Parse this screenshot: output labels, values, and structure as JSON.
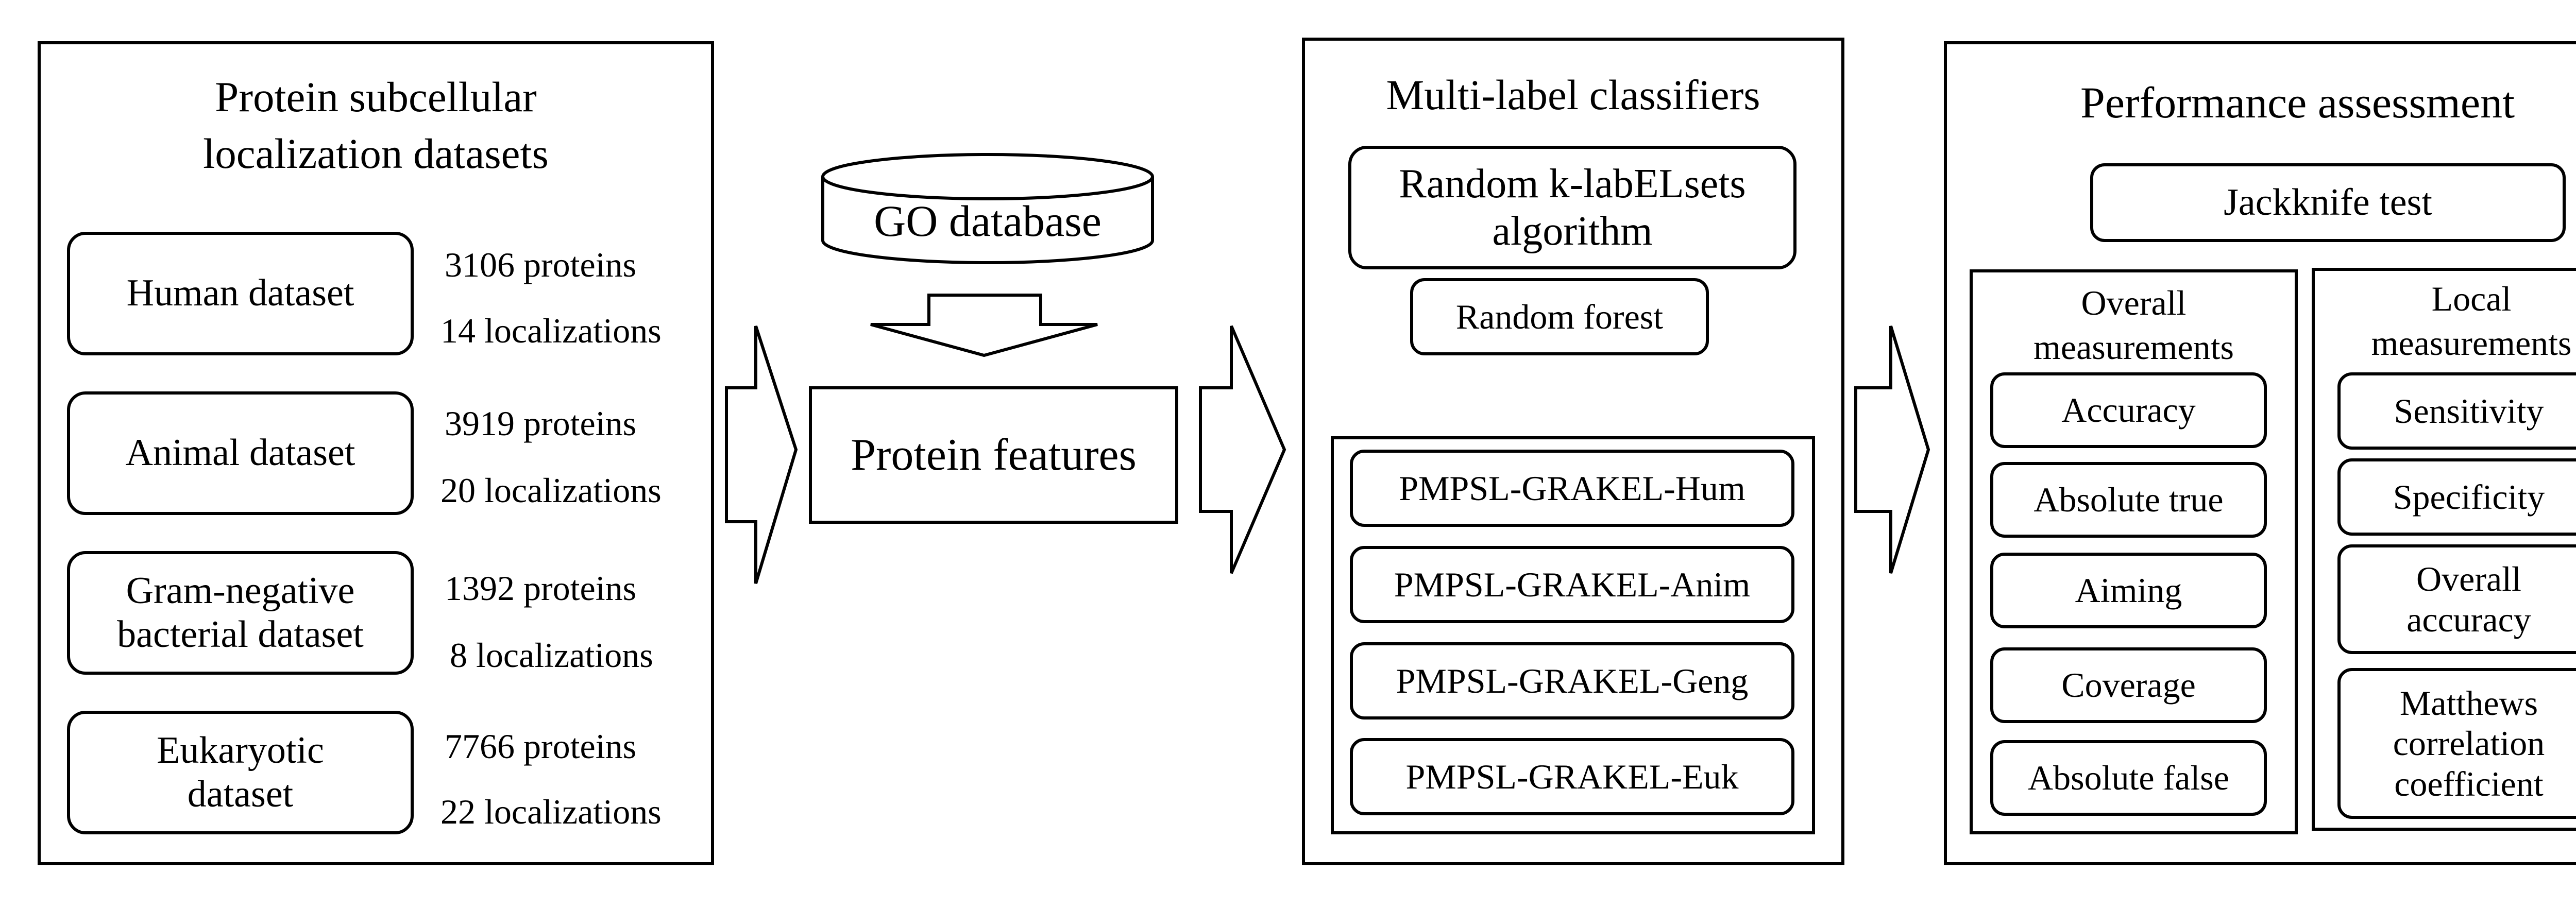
{
  "datasets_panel": {
    "title_line1": "Protein subcellular",
    "title_line2": "localization datasets",
    "items": [
      {
        "label": "Human dataset",
        "proteins": "3106 proteins",
        "localizations": "14 localizations"
      },
      {
        "label": "Animal dataset",
        "proteins": "3919 proteins",
        "localizations": "20 localizations"
      },
      {
        "label_line1": "Gram-negative",
        "label_line2": "bacterial dataset",
        "proteins": "1392 proteins",
        "localizations": "8 localizations"
      },
      {
        "label_line1": "Eukaryotic",
        "label_line2": "dataset",
        "proteins": "7766 proteins",
        "localizations": "22 localizations"
      }
    ]
  },
  "features": {
    "database": "GO database",
    "protein_features": "Protein features"
  },
  "classifiers_panel": {
    "title": "Multi-label classifiers",
    "algorithm_line1": "Random k-labELsets",
    "algorithm_line2": "algorithm",
    "base_learner": "Random forest",
    "models": [
      "PMPSL-GRAKEL-Hum",
      "PMPSL-GRAKEL-Anim",
      "PMPSL-GRAKEL-Geng",
      "PMPSL-GRAKEL-Euk"
    ]
  },
  "assessment_panel": {
    "title": "Performance assessment",
    "test": "Jackknife test",
    "overall": {
      "title_line1": "Overall",
      "title_line2": "measurements",
      "items": [
        "Accuracy",
        "Absolute true",
        "Aiming",
        "Coverage",
        "Absolute false"
      ]
    },
    "local": {
      "title_line1": "Local",
      "title_line2": "measurements",
      "items": [
        "Sensitivity",
        "Specificity"
      ],
      "overall_accuracy_line1": "Overall",
      "overall_accuracy_line2": "accuracy",
      "mcc_line1": "Matthews",
      "mcc_line2": "correlation",
      "mcc_line3": "coefficient"
    }
  }
}
